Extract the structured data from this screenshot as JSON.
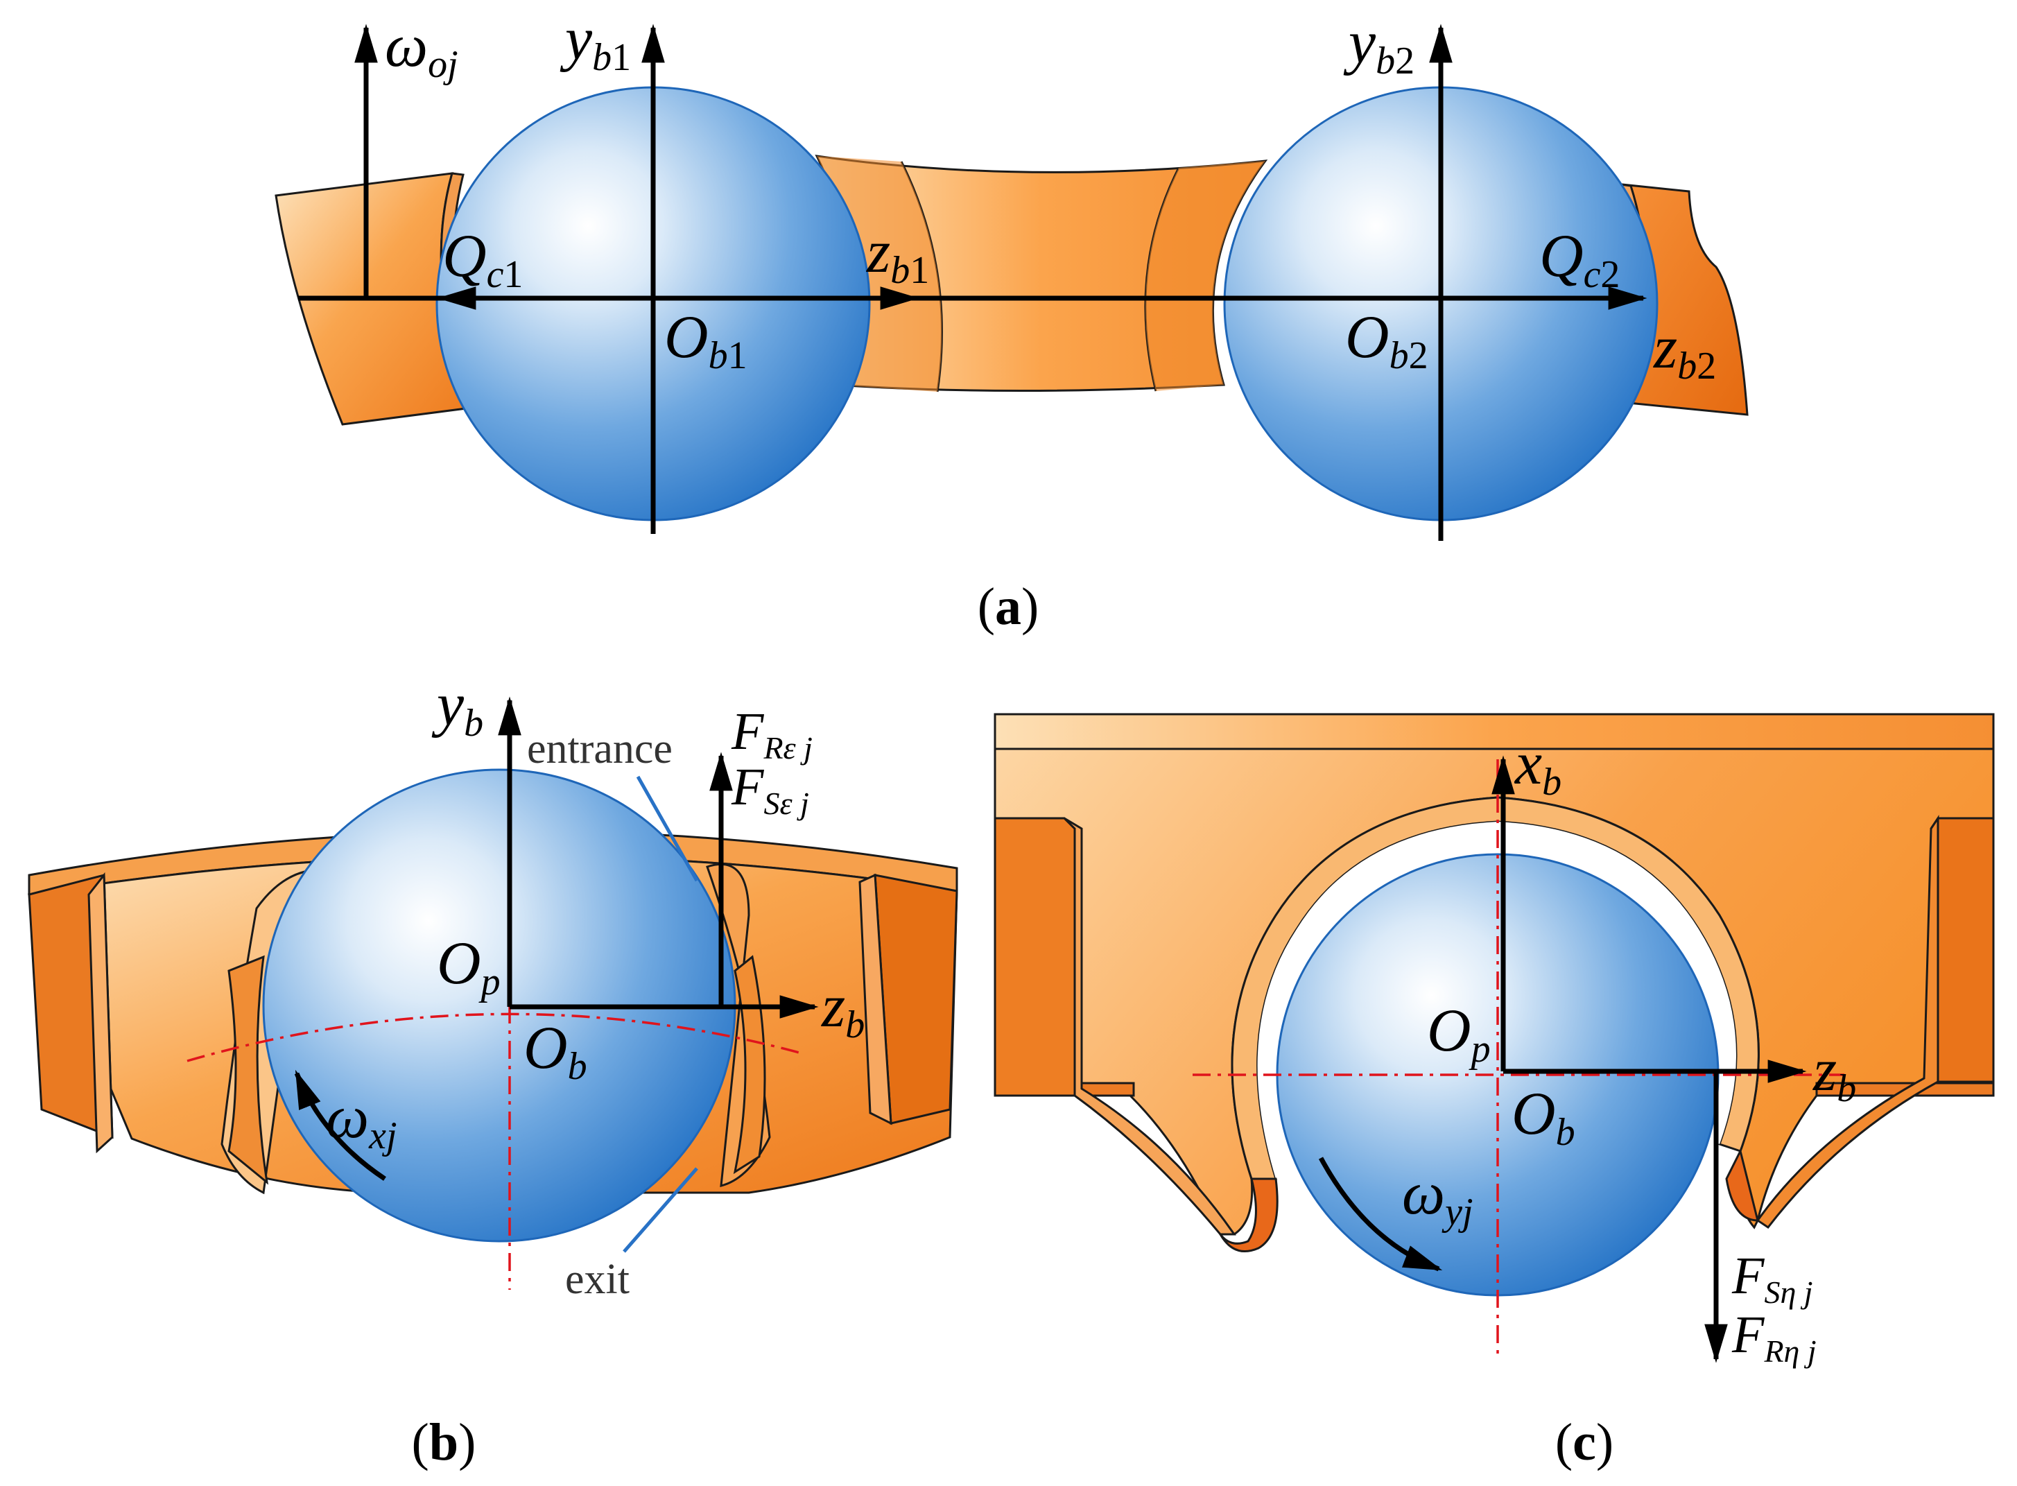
{
  "panel_a": {
    "caption_open": "(",
    "caption_letter": "a",
    "caption_close": ")",
    "omega": {
      "main": "ω",
      "sub": "oj"
    },
    "yb1": {
      "main": "y",
      "sub": "b1"
    },
    "yb2": {
      "main": "y",
      "sub": "b2"
    },
    "zb1": {
      "main": "z",
      "sub": "b1"
    },
    "zb2": {
      "main": "z",
      "sub": "b2"
    },
    "qc1": {
      "main": "Q",
      "sub": "c1"
    },
    "qc2": {
      "main": "Q",
      "sub": "c2"
    },
    "ob1": {
      "main": "O",
      "sub": "b1"
    },
    "ob2": {
      "main": "O",
      "sub": "b2"
    }
  },
  "panel_b": {
    "caption_open": "(",
    "caption_letter": "b",
    "caption_close": ")",
    "yb": {
      "main": "y",
      "sub": "b"
    },
    "zb": {
      "main": "z",
      "sub": "b"
    },
    "op": {
      "main": "O",
      "sub": "p"
    },
    "ob": {
      "main": "O",
      "sub": "b"
    },
    "omega": {
      "main": "ω",
      "sub": "xj"
    },
    "fr": {
      "main": "F",
      "sub": "Rε j"
    },
    "fs": {
      "main": "F",
      "sub": "Sε j"
    },
    "entrance": "entrance",
    "exit": "exit"
  },
  "panel_c": {
    "caption_open": "(",
    "caption_letter": "c",
    "caption_close": ")",
    "xb": {
      "main": "x",
      "sub": "b"
    },
    "zb": {
      "main": "z",
      "sub": "b"
    },
    "op": {
      "main": "O",
      "sub": "p"
    },
    "ob": {
      "main": "O",
      "sub": "b"
    },
    "omega": {
      "main": "ω",
      "sub": "yj"
    },
    "fs": {
      "main": "F",
      "sub": "Sη j"
    },
    "fr": {
      "main": "F",
      "sub": "Rη j"
    }
  },
  "colors": {
    "cage_light": "#fdd9a8",
    "cage_mid": "#f9a24a",
    "cage_dark": "#ee7a1c",
    "ball_light": "#ffffff",
    "ball_dark": "#1f6fc4",
    "axis": "#000000",
    "centerline": "#e0141c",
    "leader": "#2872c6"
  }
}
